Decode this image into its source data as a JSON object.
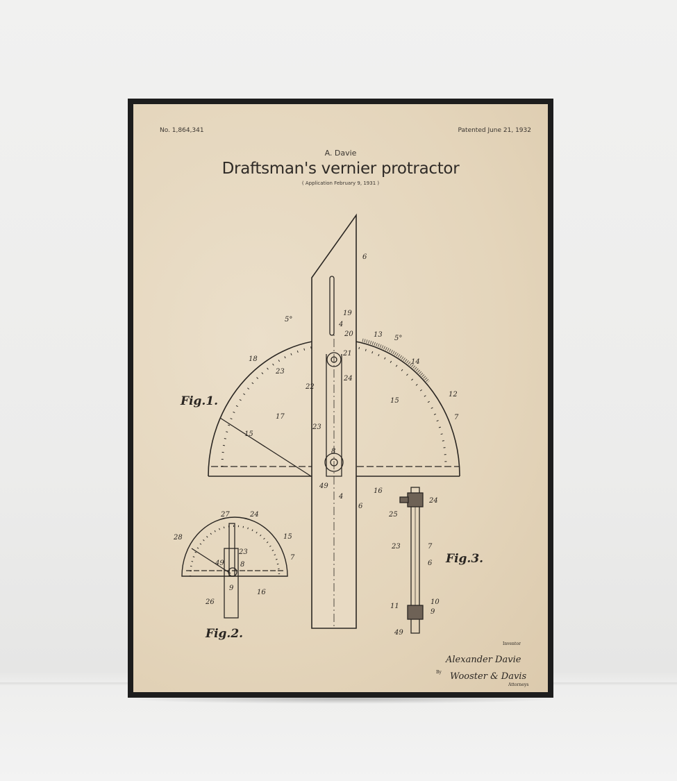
{
  "poster": {
    "patent_number": "No. 1,864,341",
    "patent_date": "Patented June 21, 1932",
    "author": "A. Davie",
    "title": "Draftsman's vernier protractor",
    "application": "( Application February 9, 1931 )"
  },
  "drawing": {
    "fig1": "Fig.1.",
    "fig2": "Fig.2.",
    "fig3": "Fig.3.",
    "parts_fig1": [
      "6",
      "19",
      "4",
      "20",
      "21",
      "24",
      "13",
      "5°",
      "14",
      "18",
      "5°",
      "22",
      "23",
      "12",
      "15",
      "7",
      "17",
      "15",
      "23",
      "8",
      "49",
      "16",
      "4",
      "6"
    ],
    "parts_fig2": [
      "27",
      "24",
      "28",
      "15",
      "23",
      "8",
      "7",
      "49",
      "9",
      "16",
      "26"
    ],
    "parts_fig3": [
      "24",
      "25",
      "23",
      "7",
      "6",
      "10",
      "11",
      "9",
      "49"
    ],
    "inventor_label": "Inventor",
    "signature_inventor": "Alexander Davie",
    "by_label": "By",
    "signature_attorney": "Wooster & Davis",
    "attorneys_label": "Attorneys"
  }
}
